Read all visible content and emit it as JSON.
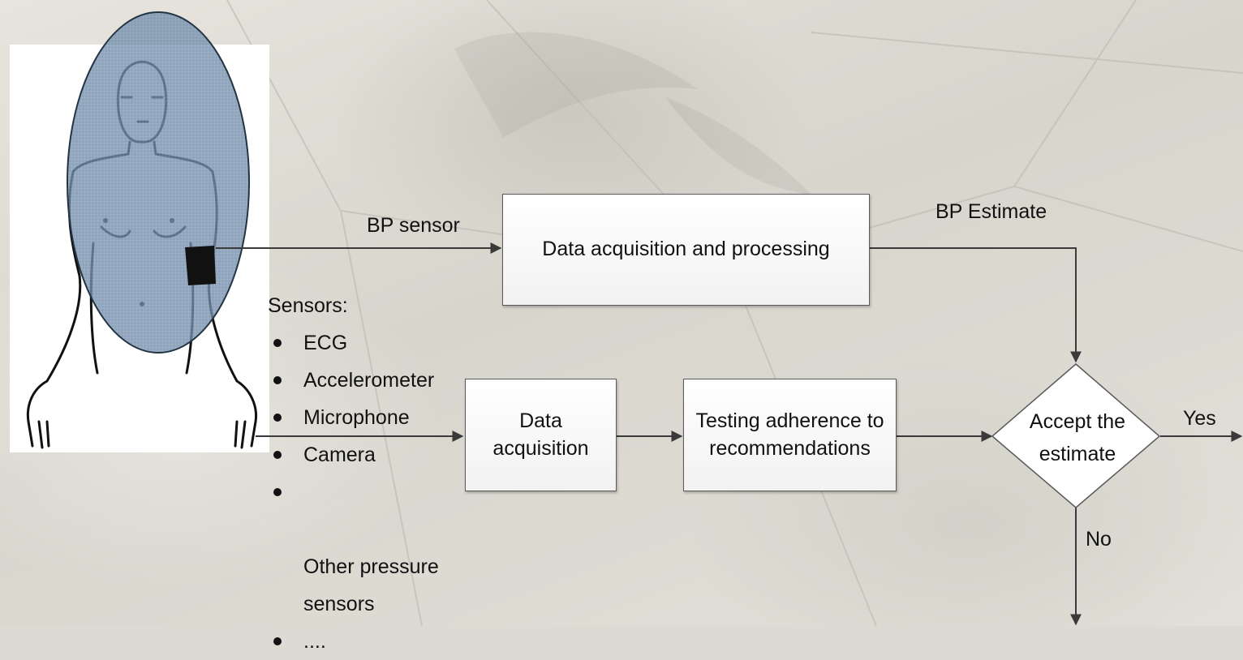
{
  "flow": {
    "bp_sensor_label": "BP sensor",
    "data_processing_box": "Data acquisition and processing",
    "bp_estimate_label": "BP Estimate",
    "data_acquisition_box": "Data\nacquisition",
    "testing_box": "Testing adherence to\nrecommendations",
    "decision": "Accept the\nestimate",
    "yes_label": "Yes",
    "no_label": "No"
  },
  "sensors": {
    "heading": "Sensors:",
    "items": [
      "ECG",
      "Accelerometer",
      "Microphone",
      "Camera",
      "Other pressure\nsensors",
      "...."
    ]
  },
  "colors": {
    "background": "#dcdad2",
    "box_border": "#5a5a5a",
    "arrow": "#3a3a3a",
    "oval_fill": "#6d8aa8",
    "oval_stroke": "#223344"
  },
  "icons": {
    "figure": "human-figure-with-cuff-icon"
  }
}
